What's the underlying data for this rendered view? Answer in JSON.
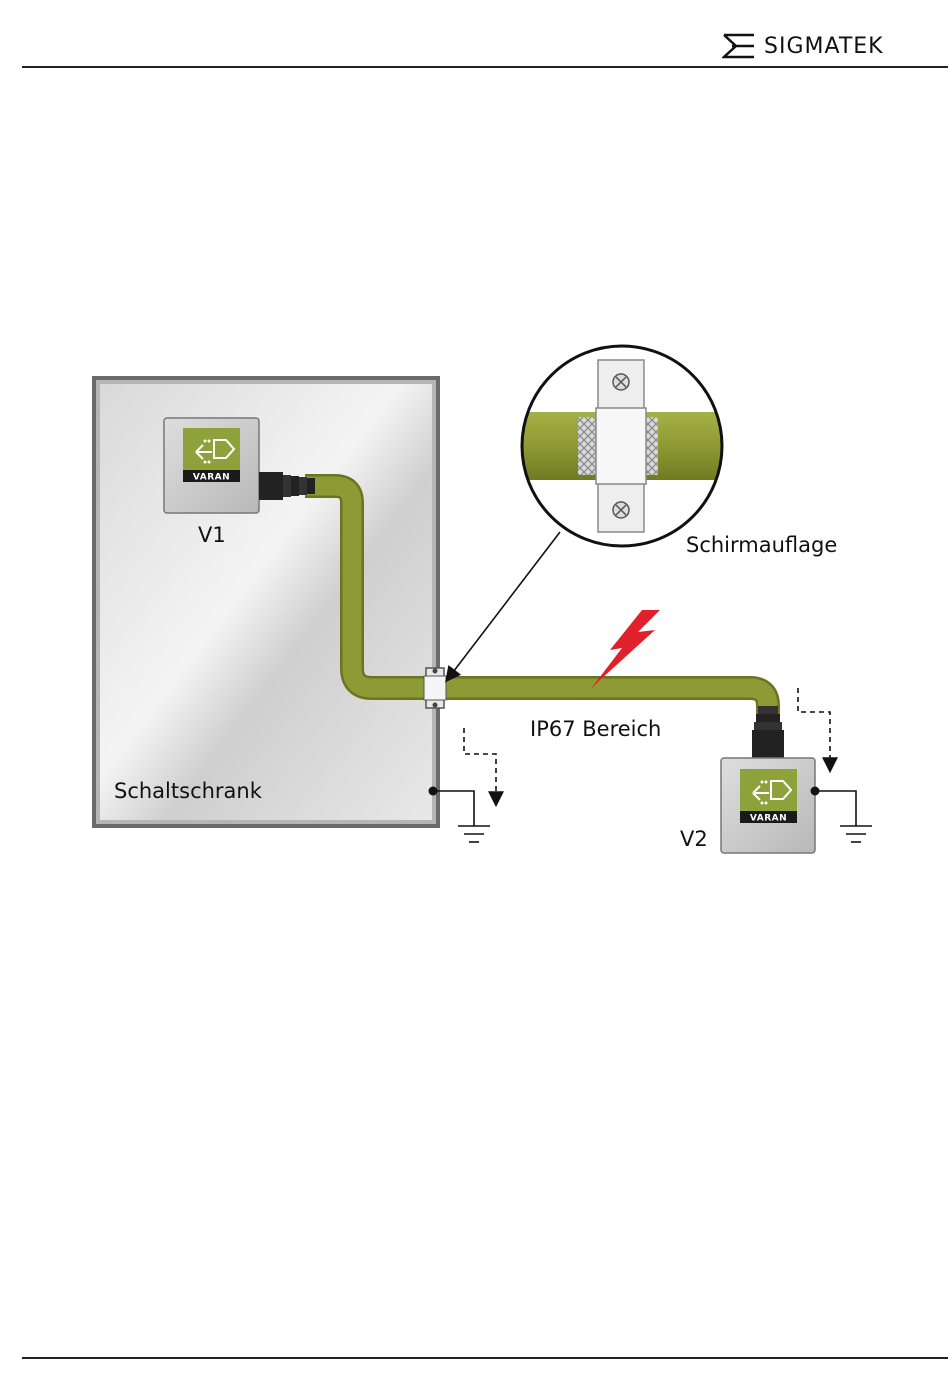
{
  "header": {
    "brand": "SIGMATEK"
  },
  "labels": {
    "v1": "V1",
    "v2": "V2",
    "cabinet": "Schaltschrank",
    "shield_clamp": "Schirmauflage",
    "ip67_area": "IP67 Bereich",
    "module_brand": "VARAN"
  },
  "colors": {
    "cable": "#8e9a33",
    "cable_dark": "#6b7421",
    "lightning": "#e0202a",
    "module_gray": "#c7c7c7",
    "varan_green": "#8fa13a"
  },
  "icons": [
    "sigmatek-logo-icon",
    "varan-icon",
    "lightning-icon",
    "ground-icon",
    "screw-icon"
  ]
}
